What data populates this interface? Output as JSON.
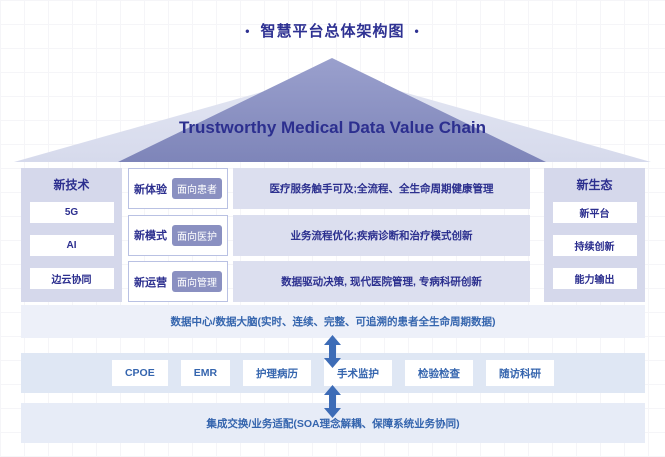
{
  "title": {
    "bullet": "•",
    "text": "智慧平台总体架构图"
  },
  "roof": {
    "banner": "Trustworthy Medical Data Value Chain"
  },
  "left_panel": {
    "header": "新技术",
    "items": [
      "5G",
      "AI",
      "边云协同"
    ]
  },
  "right_panel": {
    "header": "新生态",
    "items": [
      "新平台",
      "持续创新",
      "能力输出"
    ]
  },
  "rows": [
    {
      "label": "新体验",
      "badge": "面向患者",
      "desc": "医疗服务触手可及;全流程、全生命周期健康管理"
    },
    {
      "label": "新模式",
      "badge": "面向医护",
      "desc": "业务流程优化;疾病诊断和治疗模式创新"
    },
    {
      "label": "新运营",
      "badge": "面向管理",
      "desc": "数据驱动决策, 现代医院管理, 专病科研创新"
    }
  ],
  "layers": {
    "data_center": "数据中心/数据大脑(实时、连续、完整、可追溯的患者全生命周期数据)",
    "integration": "集成交换/业务适配(SOA理念解耦、保障系统业务协同)"
  },
  "systems": [
    "CPOE",
    "EMR",
    "护理病历",
    "手术监护",
    "检验检查",
    "随访科研"
  ],
  "colors": {
    "title_navy": "#2e3192",
    "banner_navy": "#2c2f8f",
    "bar_text_blue": "#3565ae",
    "arrow_blue": "#3d6cb7",
    "badge_bg": "#8a90c1",
    "panel_bg": "#d5d8eb",
    "desc_bg": "#dcdfef",
    "roof_outer": "#dde0f0",
    "roof_inner_top": "#9aa0cd",
    "roof_inner_bottom": "#7e85b9",
    "bar1_bg": "#edf0f9",
    "bar2_bg": "#dfe7f4",
    "bar3_bg": "#e7ecf7"
  }
}
